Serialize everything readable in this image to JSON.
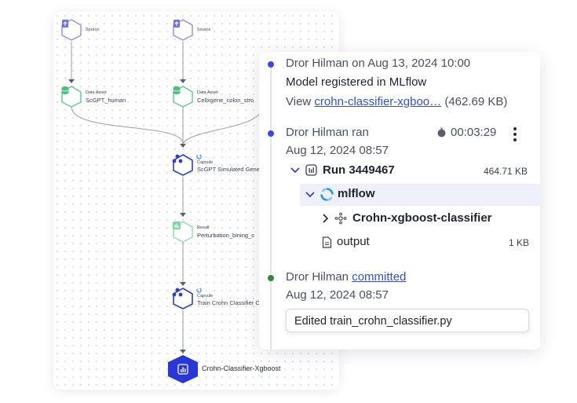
{
  "flow": {
    "nodes": [
      {
        "type": "Source",
        "name": ""
      },
      {
        "type": "Source",
        "name": ""
      },
      {
        "type": "Data Asset",
        "name": "ScGPT_human"
      },
      {
        "type": "Data Asset",
        "name": "Cellxgene_colon_stro"
      },
      {
        "type": "Capsule",
        "name": "ScGPT Simulated Gene"
      },
      {
        "type": "Result",
        "name": "Perturbation_bining_c"
      },
      {
        "type": "Capsule",
        "name": "Train Crohn Classifier C"
      }
    ],
    "final_node": {
      "name": "Crohn-Classifier-Xgboost"
    }
  },
  "activity": {
    "registered": {
      "author_line": "Dror Hilman on Aug 13, 2024 10:00",
      "message": "Model registered in MLflow",
      "view_prefix": "View",
      "model_link": "crohn-classifier-xgboo…",
      "size": "(462.69 KB)"
    },
    "run": {
      "author_line": "Dror Hilman ran",
      "duration": "00:03:29",
      "date": "Aug 12, 2024 08:57",
      "run_label": "Run 3449467",
      "run_size": "464.71 KB",
      "folder_label": "mlflow",
      "model_label": "Crohn-xgboost-classifier",
      "output_label": "output",
      "output_size": "1 KB"
    },
    "commit": {
      "author": "Dror Hilman",
      "action": "committed",
      "date": "Aug 12, 2024 08:57",
      "message": "Edited train_crohn_classifier.py"
    }
  },
  "colors": {
    "source_border": "#8b8ff0",
    "data_asset_border": "#5cc98a",
    "capsule_border": "#2e3fc9",
    "result_border": "#8fdcae",
    "final_fill": "#2a36d6",
    "dot_blue": "#3d47e0",
    "dot_green": "#2f8a3c",
    "link": "#2e4fe0"
  }
}
